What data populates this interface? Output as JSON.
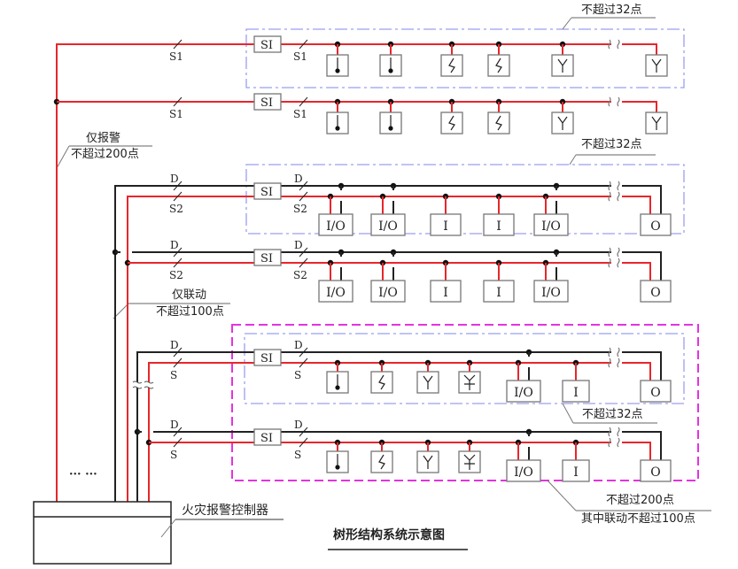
{
  "title": "树形结构系统示意图",
  "controller_label": "火灾报警控制器",
  "ellipsis": "··· ···",
  "colors": {
    "signal_line": "#e8262b",
    "power_line": "#222222",
    "loop_box": "#9b9ff0",
    "group_box": "#e433e0",
    "device_border": "#777777",
    "text": "#222222"
  },
  "annotations": {
    "alarm_only": "仅报警",
    "alarm_only_limit": "不超过200点",
    "linkage_only": "仅联动",
    "linkage_only_limit": "不超过100点",
    "loop_limit": "不超过32点",
    "group_limit": "不超过200点",
    "group_linkage_limit": "其中联动不超过100点"
  },
  "labels": {
    "si": "SI",
    "s1": "S1",
    "s2": "S2",
    "s": "S",
    "d": "D"
  },
  "branches": [
    {
      "type": "alarm",
      "bus": [
        "S1"
      ],
      "devices": [
        "heat",
        "heat",
        "smoke",
        "smoke",
        "flame",
        "flame"
      ]
    },
    {
      "type": "alarm",
      "bus": [
        "S1"
      ],
      "devices": [
        "heat",
        "heat",
        "smoke",
        "smoke",
        "flame",
        "flame"
      ]
    },
    {
      "type": "linkage",
      "bus": [
        "D",
        "S2"
      ],
      "devices": [
        "I/O",
        "I/O",
        "I",
        "I",
        "I/O",
        "O"
      ]
    },
    {
      "type": "linkage",
      "bus": [
        "D",
        "S2"
      ],
      "devices": [
        "I/O",
        "I/O",
        "I",
        "I",
        "I/O",
        "O"
      ]
    },
    {
      "type": "mixed",
      "bus": [
        "D",
        "S"
      ],
      "devices": [
        "heat",
        "smoke",
        "flame",
        "gas",
        "I/O",
        "I",
        "O"
      ]
    },
    {
      "type": "mixed",
      "bus": [
        "D",
        "S"
      ],
      "devices": [
        "heat",
        "smoke",
        "flame",
        "gas",
        "I/O",
        "I",
        "O"
      ]
    }
  ]
}
